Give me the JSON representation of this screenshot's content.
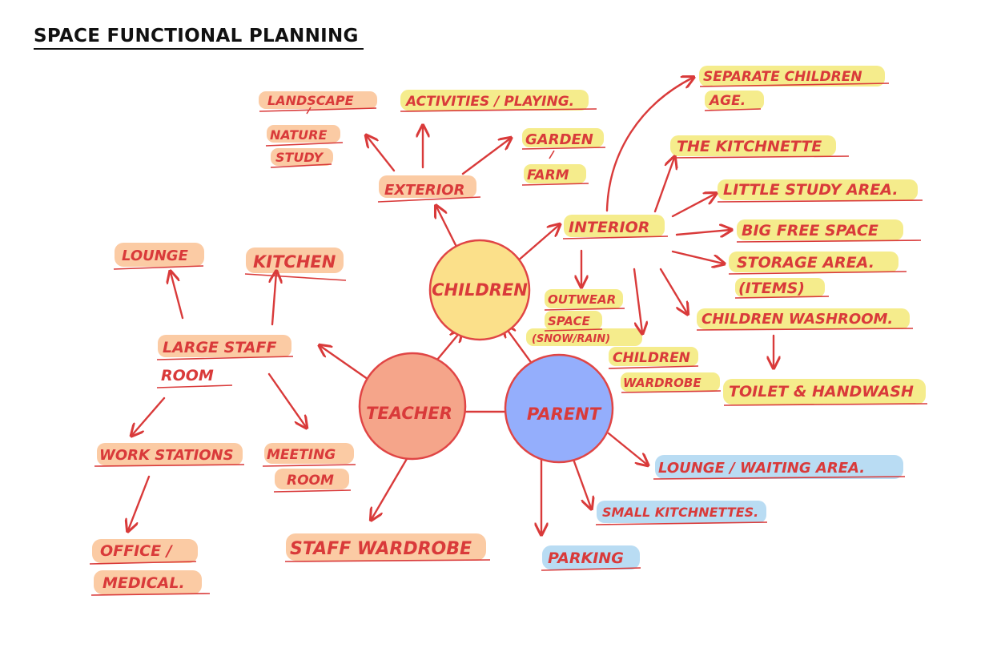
{
  "title": "SPACE FUNCTIONAL PLANNING",
  "colors": {
    "ink": "#d93a3a",
    "children_circle": "#fbe08a",
    "teacher_circle": "#f5a58a",
    "parent_circle": "#94aefc",
    "highlight_yellow": "#f2e565",
    "highlight_orange": "#f9b985",
    "highlight_blue": "#a7d3f0"
  },
  "hubs": {
    "children": "CHILDREN",
    "teacher": "TEACHER",
    "parent": "PARENT"
  },
  "labels": {
    "exterior": "EXTERIOR",
    "landscape": "LANDSCAPE",
    "nature": "NATURE",
    "study": "STUDY",
    "activities": "ACTIVITIES / PLAYING.",
    "garden": "GARDEN",
    "farm": "FARM",
    "interior": "INTERIOR",
    "separate_1": "SEPARATE CHILDREN",
    "separate_2": "AGE.",
    "kitchnette": "THE KITCHNETTE",
    "little_study": "LITTLE STUDY AREA.",
    "big_free": "BIG FREE SPACE",
    "storage": "STORAGE AREA.",
    "items": "(ITEMS)",
    "washroom": "CHILDREN WASHROOM.",
    "toilet": "TOILET & HANDWASH",
    "outwear": "OUTWEAR",
    "space": "SPACE",
    "snow_rain": "(SNOW/RAIN)",
    "children_w": "CHILDREN",
    "wardrobe": "WARDROBE",
    "lounge": "LOUNGE",
    "kitchen": "KITCHEN",
    "large_staff": "LARGE STAFF",
    "room": "ROOM",
    "work_stations": "WORK STATIONS",
    "meeting": "MEETING",
    "meeting_room": "ROOM",
    "office": "OFFICE /",
    "medical": "MEDICAL.",
    "staff_wardrobe": "STAFF WARDROBE",
    "parking": "PARKING",
    "small_kitchnettes": "SMALL KITCHNETTES.",
    "lounge_waiting": "LOUNGE / WAITING AREA."
  }
}
